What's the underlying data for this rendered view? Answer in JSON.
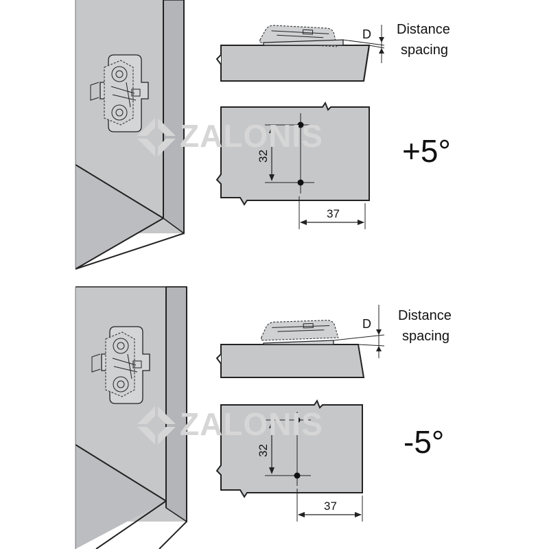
{
  "watermark": "ZALONIS",
  "variants": [
    {
      "angle_label": "+5°",
      "d_label": "D",
      "spacing_label_line1": "Distance",
      "spacing_label_line2": "spacing",
      "dim_vertical": "32",
      "dim_horizontal": "37"
    },
    {
      "angle_label": "-5°",
      "d_label": "D",
      "spacing_label_line1": "Distance",
      "spacing_label_line2": "spacing",
      "dim_vertical": "32",
      "dim_horizontal": "37"
    }
  ]
}
